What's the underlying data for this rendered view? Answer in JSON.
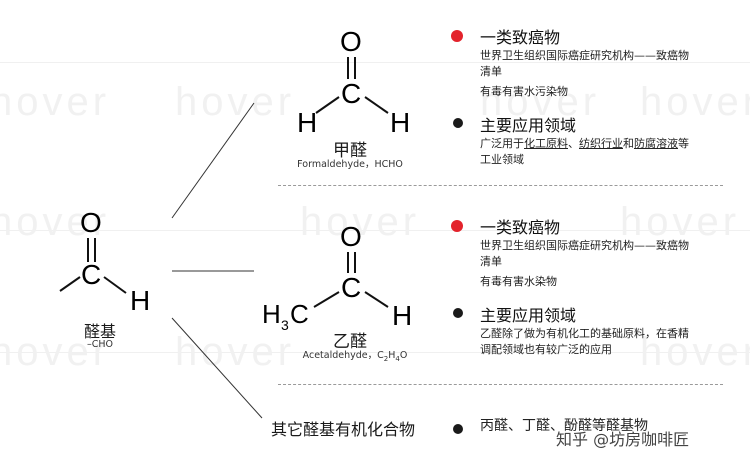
{
  "watermark_text": "hover",
  "root": {
    "label": "醛基",
    "formula": "–CHO",
    "atom_o": "O",
    "atom_c": "C",
    "atom_h": "H"
  },
  "formaldehyde": {
    "name_cn": "甲醛",
    "name_en": "Formaldehyde，HCHO",
    "atom_o": "O",
    "atom_c": "C",
    "atom_h1": "H",
    "atom_h2": "H",
    "point1": {
      "title": "一类致癌物",
      "line1": "世界卫生组织国际癌症研究机构——致癌物",
      "line2": "清单",
      "line3": "有毒有害水污染物",
      "dot_color": "#e3232c"
    },
    "point2": {
      "title": "主要应用领域",
      "prefix": "广泛用于",
      "u1": "化工原料",
      "sep1": "、",
      "u2": "纺织行业",
      "and": "和",
      "u3": "防腐溶液",
      "suffix": "等",
      "line2": "工业领域",
      "dot_color": "#1a1a1a"
    }
  },
  "acetaldehyde": {
    "name_cn": "乙醛",
    "name_en": "Acetaldehyde，",
    "formula_c": "C",
    "formula_sub1": "2",
    "formula_h": "H",
    "formula_sub2": "4",
    "formula_o": "O",
    "atom_o": "O",
    "atom_c": "C",
    "atom_h": "H",
    "methyl_h": "H",
    "methyl_sub": "3",
    "methyl_c": "C",
    "point1": {
      "title": "一类致癌物",
      "line1": "世界卫生组织国际癌症研究机构——致癌物",
      "line2": "清单",
      "line3": "有毒有害水染物",
      "dot_color": "#e3232c"
    },
    "point2": {
      "title": "主要应用领域",
      "line1": "乙醛除了做为有机化工的基础原料，在香精",
      "line2": "调配领域也有较广泛的应用",
      "dot_color": "#1a1a1a"
    }
  },
  "others": {
    "label": "其它醛基有机化合物",
    "description": "丙醛、丁醛、酚醛等醛基物",
    "dot_color": "#1a1a1a"
  },
  "credit": "知乎 @坊房咖啡匠"
}
